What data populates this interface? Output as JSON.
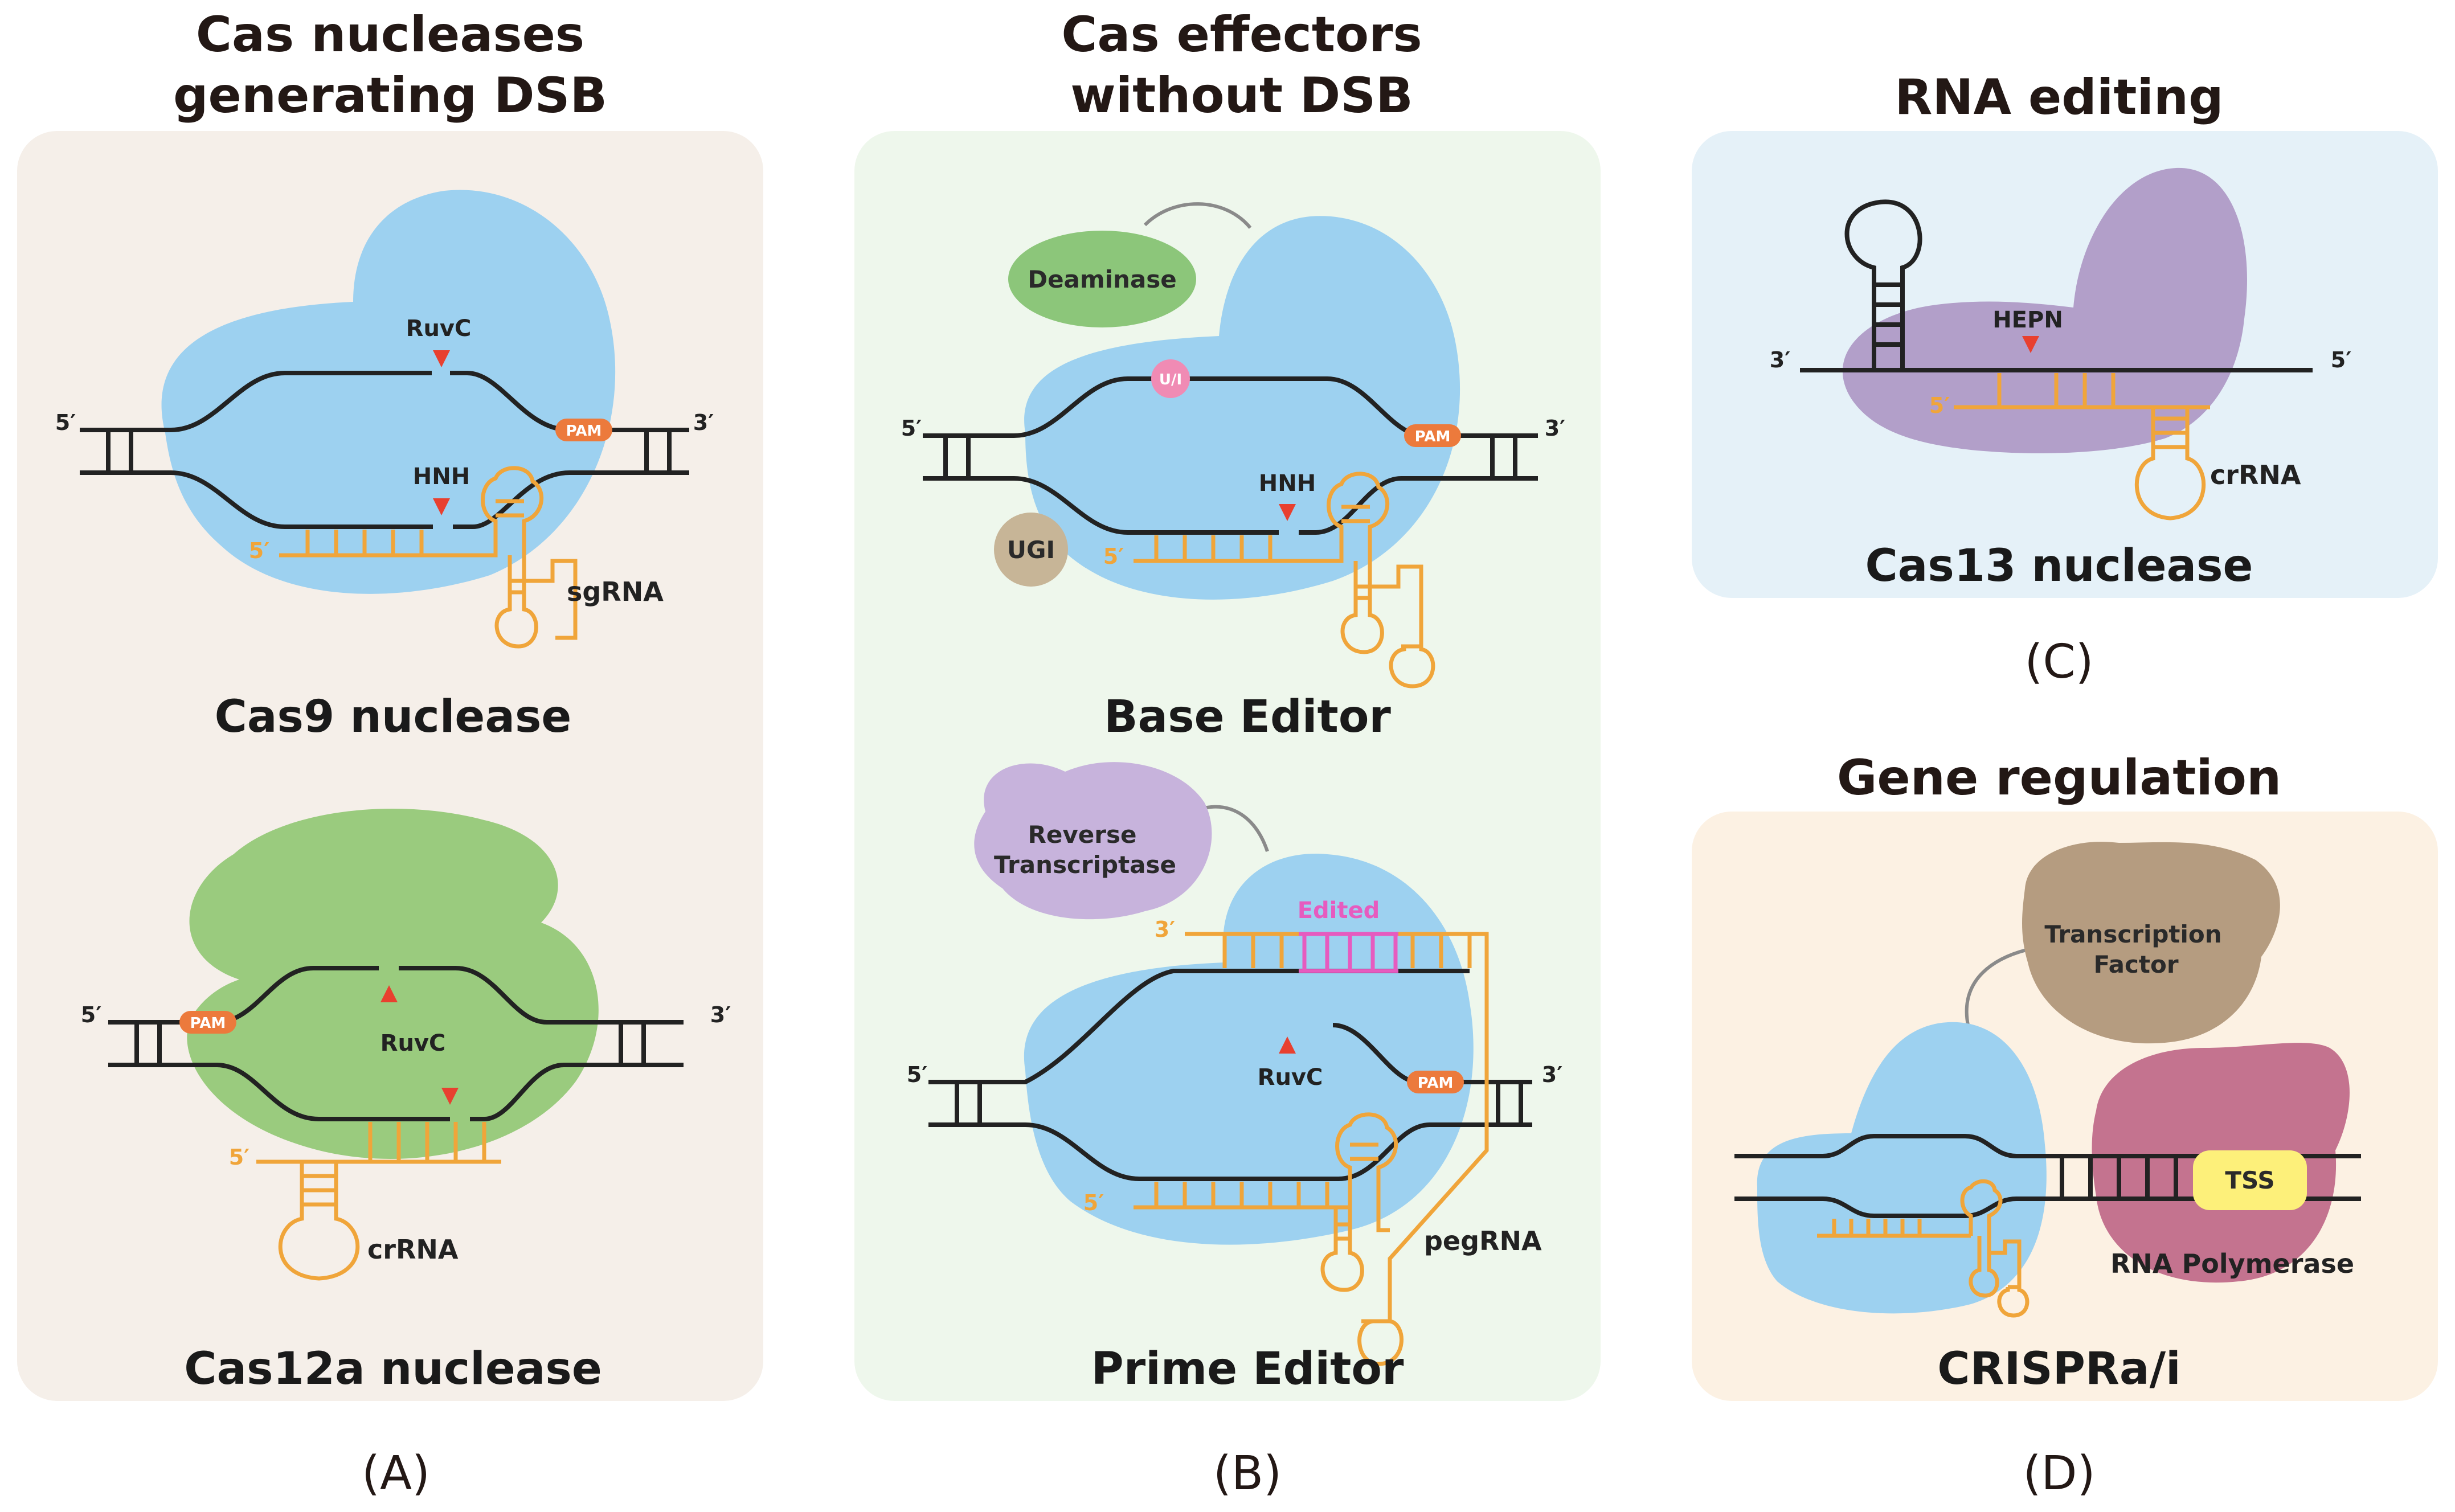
{
  "panels": {
    "a": {
      "title_line1": "Cas nucleases",
      "title_line2": "generating DSB",
      "letter": "(A)",
      "cas9": {
        "name": "Cas9 nuclease",
        "ruvc": "RuvC",
        "hnh": "HNH",
        "pam": "PAM",
        "guide": "sgRNA",
        "end5": "5′",
        "end3": "3′",
        "rna5": "5′"
      },
      "cas12a": {
        "name": "Cas12a nuclease",
        "ruvc": "RuvC",
        "pam": "PAM",
        "guide": "crRNA",
        "end5": "5′",
        "end3": "3′",
        "rna5": "5′"
      }
    },
    "b": {
      "title_line1": "Cas effectors",
      "title_line2": "without DSB",
      "letter": "(B)",
      "base": {
        "name": "Base Editor",
        "deaminase": "Deaminase",
        "ugi": "UGI",
        "ui": "U/I",
        "hnh": "HNH",
        "pam": "PAM",
        "end5": "5′",
        "end3": "3′",
        "rna5": "5′"
      },
      "prime": {
        "name": "Prime Editor",
        "rt_line1": "Reverse",
        "rt_line2": "Transcriptase",
        "edited": "Edited",
        "ruvc": "RuvC",
        "pam": "PAM",
        "guide": "pegRNA",
        "end5": "5′",
        "end3": "3′",
        "rna3": "3′",
        "rna5": "5′"
      }
    },
    "c": {
      "title": "RNA editing",
      "letter": "(C)",
      "name": "Cas13 nuclease",
      "hepn": "HEPN",
      "guide": "crRNA",
      "end3": "3′",
      "end5": "5′",
      "rna5": "5′"
    },
    "d": {
      "title": "Gene regulation",
      "letter": "(D)",
      "name": "CRISPRa/i",
      "tf_line1": "Transcription",
      "tf_line2": "Factor",
      "tss": "TSS",
      "polymerase": "RNA Polymerase"
    }
  },
  "colors": {
    "cas9_blue": "#9dd1f0",
    "cas12a_green": "#9acb7e",
    "cas13_purple": "#b29fc9",
    "panel_a_bg": "#f5efe9",
    "panel_b_bg": "#eef7ec",
    "panel_c_bg": "#e5f1f8",
    "panel_d_bg": "#fcf1e3",
    "rna_orange": "#f0a53a",
    "pam_orange": "#ec7a3c",
    "cut_red": "#e8402f",
    "edited_magenta": "#e65bbf",
    "deaminase_green": "#8cc67a",
    "ugi_tan": "#c7b597",
    "rt_lavender": "#c7b3dc",
    "tf_brown": "#b59c80",
    "pol_magenta": "#c4738f",
    "tss_yellow": "#fdf07a"
  }
}
